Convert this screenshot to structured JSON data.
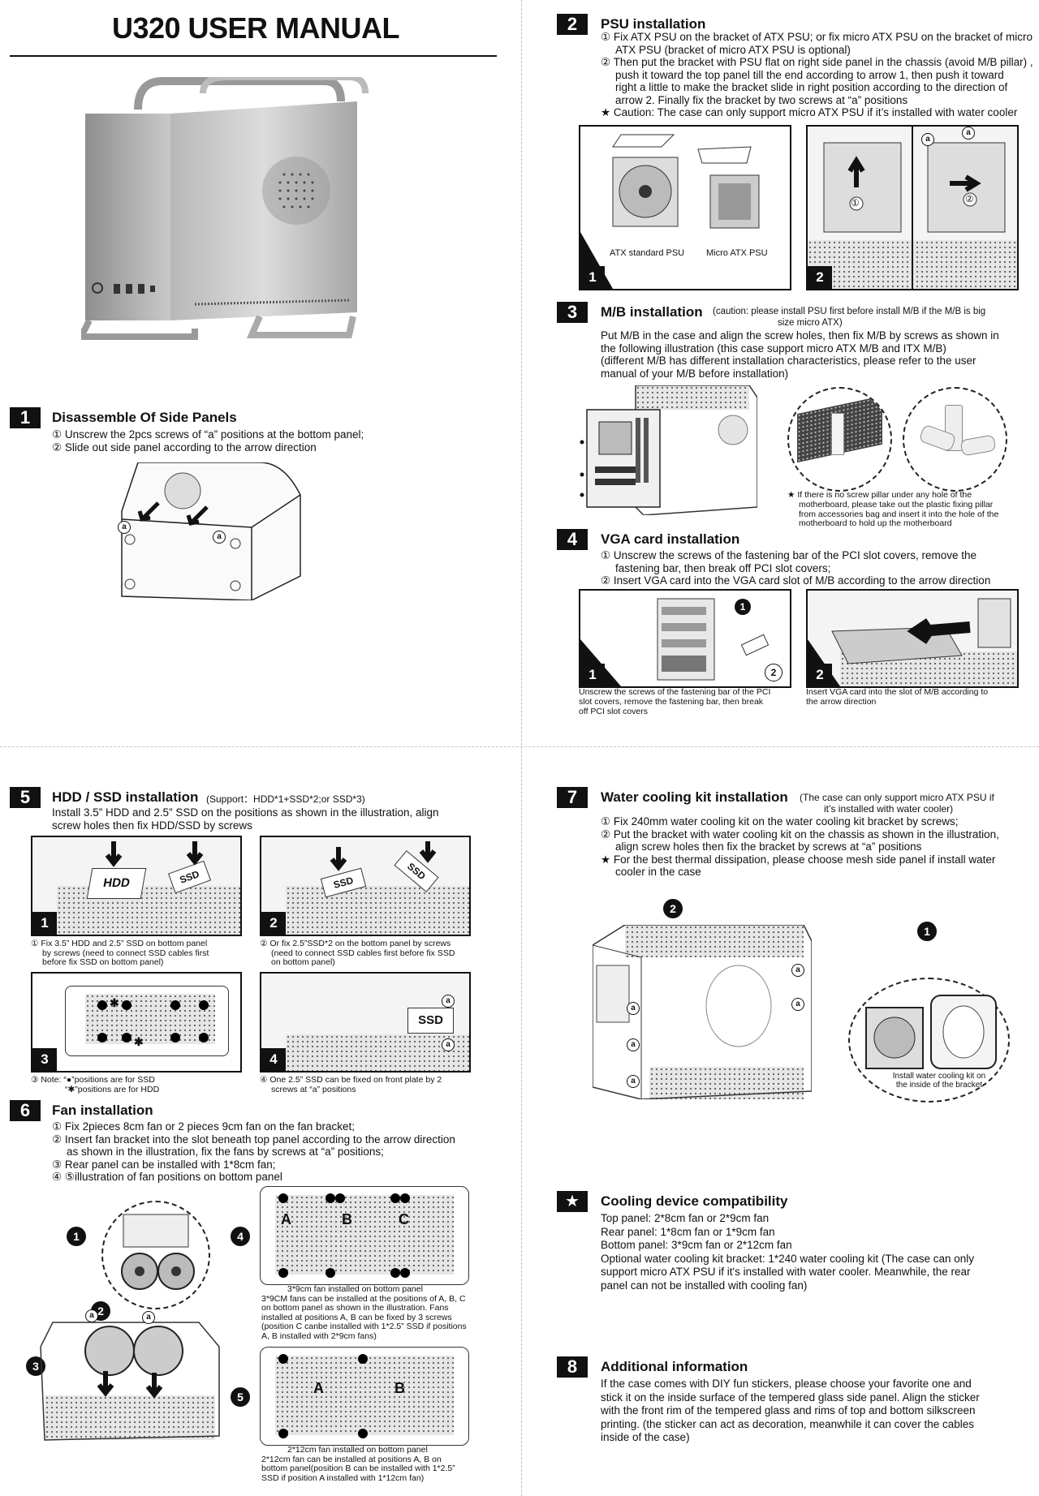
{
  "title": "U320 USER MANUAL",
  "sections": {
    "s1": {
      "number": "1",
      "title": "Disassemble Of Side Panels",
      "lines": [
        "① Unscrew the 2pcs screws of  “a”  positions at the bottom panel;",
        "② Slide out side panel according to the arrow direction"
      ]
    },
    "s2": {
      "number": "2",
      "title": "PSU installation",
      "lines": [
        "① Fix ATX PSU on the bracket of ATX PSU; or fix micro ATX PSU on the bracket of micro",
        "ATX PSU (bracket of micro ATX PSU is optional)",
        "② Then put the bracket with PSU flat on right side panel in the chassis (avoid M/B pillar) ,",
        "push it toward the top panel till the end according to arrow 1, then push it toward",
        "right a little to make the bracket slide in right position according to the direction of",
        "arrow 2. Finally fix the bracket by two screws at “a” positions",
        "★ Caution: The case can only support micro ATX PSU if it’s installed with water cooler"
      ],
      "fig1_labels": [
        "ATX standard PSU",
        "Micro ATX PSU"
      ],
      "fig_numbers": [
        "1",
        "2"
      ],
      "arrow_numbers": [
        "①",
        "②"
      ]
    },
    "s3": {
      "number": "3",
      "title": "M/B installation",
      "note": "(caution: please install PSU first before install M/B if the M/B is big",
      "note2": "size micro ATX)",
      "lines": [
        "Put M/B in the case and align the screw holes, then fix M/B by screws as shown in",
        "the following illustration (this case support micro ATX M/B and ITX M/B)",
        "(different M/B has different installation characteristics, please refer to the user",
        "manual of your M/B before installation)"
      ],
      "pillar_note": [
        "★ If there is no screw pillar under any hole of the",
        "motherboard, please take out the plastic fixing pillar",
        "from accessories bag and insert it into the hole of the",
        "motherboard to hold up the motherboard"
      ]
    },
    "s4": {
      "number": "4",
      "title": "VGA card installation",
      "lines": [
        "① Unscrew the screws of the fastening bar of the PCI slot covers, remove the",
        "fastening bar, then break off PCI slot covers;",
        "② Insert VGA card into the VGA card slot of M/B according to the arrow direction"
      ],
      "caption1": [
        "Unscrew the screws of the fastening bar of the  PCI",
        "slot covers, remove the fastening bar, then break",
        "off PCI slot covers"
      ],
      "caption2": [
        "Insert VGA card into the slot of M/B according to",
        "the arrow direction"
      ]
    },
    "s5": {
      "number": "5",
      "title": "HDD / SSD installation",
      "note": "(Support：HDD*1+SSD*2;or SSD*3)",
      "lines": [
        "Install  3.5” HDD and  2.5” SSD on the positions as shown in the illustration, align",
        "screw holes then fix HDD/SSD by screws"
      ],
      "cap1": [
        "① Fix  3.5” HDD and  2.5” SSD on bottom panel",
        "by screws (need to connect SSD cables first",
        "before fix SSD on bottom panel)"
      ],
      "cap2": [
        "② Or fix 2.5”SSD*2 on the bottom panel by screws",
        "(need to connect SSD cables first before fix SSD",
        "on bottom panel)"
      ],
      "cap3": [
        "③ Note: “●”positions are for SSD",
        "“✱”positions are for HDD"
      ],
      "cap4": [
        "④ One  2.5”  SSD can be fixed on front plate by 2",
        "screws at “a”  positions"
      ],
      "labels": {
        "hdd": "HDD",
        "ssd": "SSD"
      }
    },
    "s6": {
      "number": "6",
      "title": "Fan installation",
      "lines": [
        "① Fix 2pieces 8cm fan or 2 pieces 9cm fan on the fan bracket;",
        "② Insert fan bracket into the slot beneath top panel according to the arrow direction",
        "as shown in the illustration, fix the fans by screws at “a” positions;",
        "③ Rear panel can be installed with 1*8cm fan;",
        "④ ⑤illustration of fan positions on bottom panel"
      ],
      "cap4": [
        "3*9cm fan installed on bottom panel",
        "3*9CM fans can be installed at the positions of A, B, C",
        "on bottom panel as shown in the illustration. Fans",
        "installed at positions A, B can be fixed by 3 screws",
        "(position C canbe installed with 1*2.5”  SSD if positions",
        "A, B installed with 2*9cm fans)"
      ],
      "cap5": [
        "2*12cm fan installed on bottom panel",
        "2*12cm fan can be installed at positions A, B on",
        "bottom panel(position B can be installed with 1*2.5”",
        "SSD if position A installed with 1*12cm fan)"
      ],
      "zones3": [
        "A",
        "B",
        "C"
      ],
      "zones2": [
        "A",
        "B"
      ]
    },
    "s7": {
      "number": "7",
      "title": "Water cooling kit installation",
      "note": "(The case can only support micro ATX PSU if",
      "note2": "it’s installed with water cooler)",
      "lines": [
        "① Fix 240mm water cooling kit on the water cooling kit bracket by screws;",
        "② Put the bracket with water cooling kit on the chassis as shown in the illustration,",
        "align screw holes then fix the bracket by screws at “a” positions",
        "★ For the best thermal dissipation, please choose mesh side panel if install water",
        "cooler in the case"
      ],
      "kit_caption": [
        "Install water cooling kit on",
        "the inside of the bracket"
      ]
    },
    "s8": {
      "number": "★",
      "title": "Cooling device compatibility",
      "lines": [
        "Top panel: 2*8cm fan or 2*9cm fan",
        "Rear panel: 1*8cm fan or 1*9cm fan",
        "Bottom panel: 3*9cm fan or 2*12cm fan",
        "Optional water cooling kit bracket: 1*240 water cooling kit (The case can only",
        "support micro ATX PSU if it's installed with water cooler. Meanwhile, the rear",
        "panel can not be installed with cooling fan)"
      ]
    },
    "s9": {
      "number": "8",
      "title": "Additional information",
      "lines": [
        "If the case comes with DIY fun stickers, please choose your favorite one and",
        "stick it on the inside surface of the tempered glass side panel. Align the sticker",
        "with the front rim of the tempered glass and rims of top and bottom silkscreen",
        "printing.  (the sticker can act as decoration, meanwhile it can cover the cables",
        "inside of the case)"
      ]
    }
  },
  "marks": {
    "a": "a",
    "n1": "1",
    "n2": "2",
    "n3": "3",
    "n4": "4",
    "n5": "5"
  }
}
